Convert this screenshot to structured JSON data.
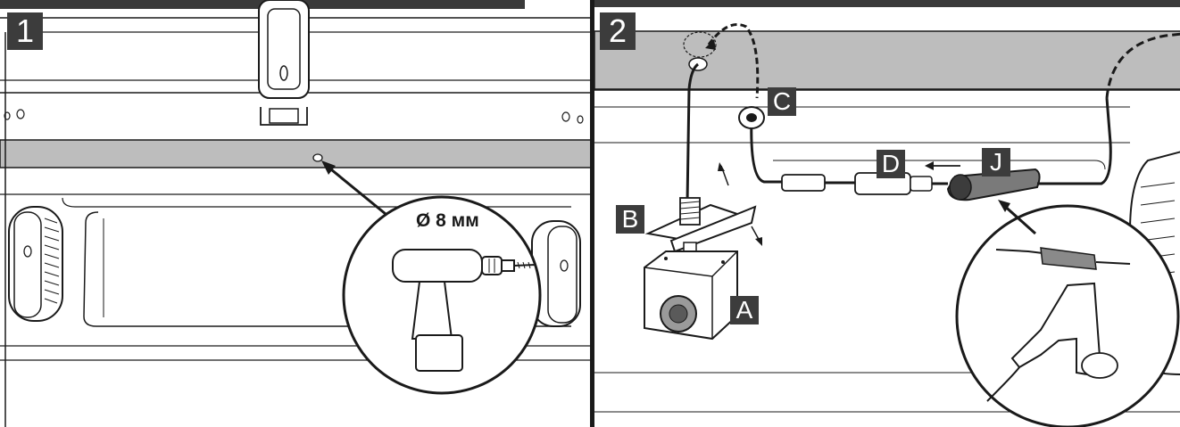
{
  "steps": [
    {
      "number": "1"
    },
    {
      "number": "2"
    }
  ],
  "drill": {
    "diameter_label": "Ø 8 мм"
  },
  "parts": {
    "A": "A",
    "B": "B",
    "C": "C",
    "D": "D",
    "J": "J"
  },
  "colors": {
    "step_box": "#3c3c3c",
    "bumper_band": "#bdbdbd",
    "line": "#1a1a1a"
  }
}
